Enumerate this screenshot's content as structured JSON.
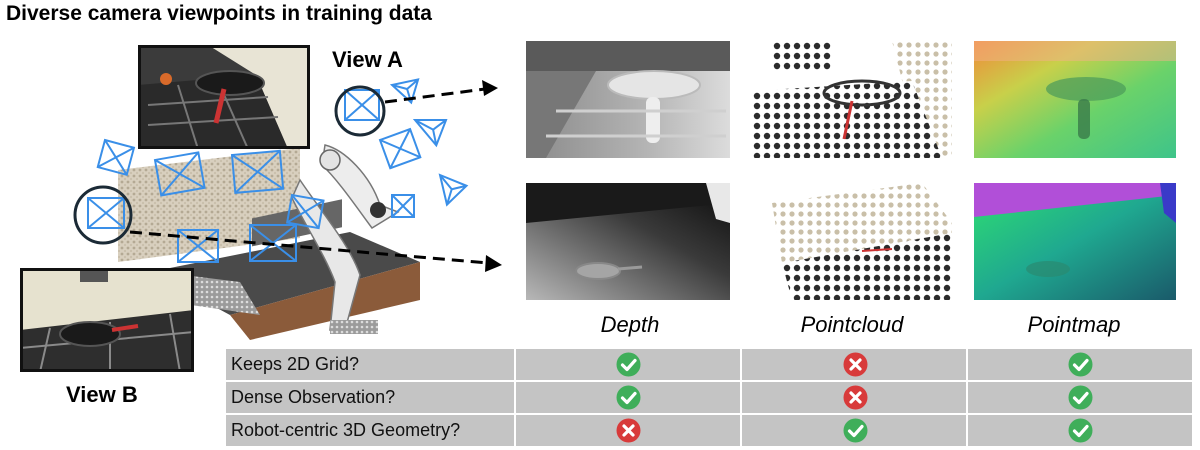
{
  "title": "Diverse camera viewpoints in training data",
  "views": {
    "a_label": "View A",
    "b_label": "View B"
  },
  "representations": [
    {
      "label": "Depth"
    },
    {
      "label": "Pointcloud"
    },
    {
      "label": "Pointmap"
    }
  ],
  "table": {
    "rows": [
      {
        "label": "Keeps 2D Grid?",
        "marks": [
          "check",
          "cross",
          "check"
        ]
      },
      {
        "label": "Dense Observation?",
        "marks": [
          "check",
          "cross",
          "check"
        ]
      },
      {
        "label": "Robot-centric 3D Geometry?",
        "marks": [
          "cross",
          "check",
          "check"
        ]
      }
    ]
  },
  "colors": {
    "check": "#3fae5a",
    "cross": "#d83a3a",
    "camera": "#3a8fe8",
    "row_bg": "#c4c4c4"
  }
}
